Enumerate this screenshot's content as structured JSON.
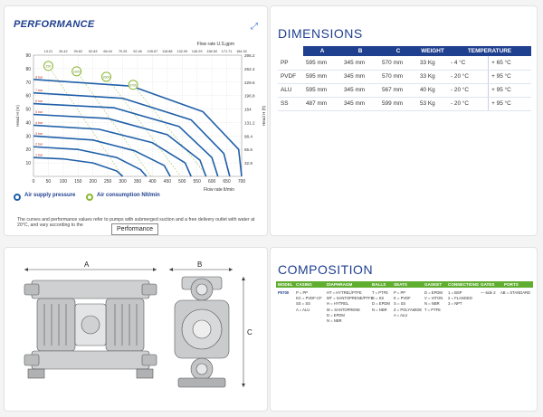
{
  "performance": {
    "title": "PERFORMANCE",
    "expand_icon": "expand-icon",
    "legend_supply": "Air supply pressure",
    "legend_air": "Air consumption Nlt/min",
    "note": "The curves and performance values refer to pumps with submerged suction and a free delivery outlet with water at 20°C, and vary according to the",
    "tooltip": "Performance"
  },
  "chart_data": {
    "type": "line",
    "title": "",
    "xlabel": "Flow rate  lt/min",
    "x2label": "Flow rate U.S.gpm",
    "ylabel": "Head H (m)",
    "y2label": "Head H (ft)",
    "xlim": [
      0,
      700
    ],
    "ylim": [
      0,
      90
    ],
    "x_ticks": [
      0,
      50,
      100,
      150,
      200,
      250,
      300,
      350,
      400,
      450,
      500,
      550,
      600,
      650,
      700
    ],
    "x2_ticks": [
      "13.21",
      "26.42",
      "39.62",
      "52.83",
      "66.04",
      "79.25",
      "92.46",
      "105.67",
      "118.88",
      "132.09",
      "145.29",
      "158.50",
      "171.71",
      "184.92"
    ],
    "y_ticks": [
      10,
      20,
      30,
      40,
      50,
      60,
      70,
      80,
      90
    ],
    "y2_ticks": [
      "32.8",
      "65.6",
      "98.4",
      "131.2",
      "164",
      "196.8",
      "229.6",
      "262.4",
      "295.2"
    ],
    "series": [
      {
        "name": "1 bar",
        "values": [
          [
            0,
            14
          ],
          [
            100,
            13
          ],
          [
            200,
            10
          ],
          [
            280,
            4
          ],
          [
            300,
            0
          ]
        ]
      },
      {
        "name": "2 bar",
        "values": [
          [
            0,
            22
          ],
          [
            150,
            20
          ],
          [
            280,
            14
          ],
          [
            360,
            5
          ],
          [
            380,
            0
          ]
        ]
      },
      {
        "name": "3 bar",
        "values": [
          [
            0,
            30
          ],
          [
            200,
            27
          ],
          [
            340,
            19
          ],
          [
            440,
            8
          ],
          [
            460,
            0
          ]
        ]
      },
      {
        "name": "4 bar",
        "values": [
          [
            0,
            38
          ],
          [
            220,
            35
          ],
          [
            400,
            25
          ],
          [
            510,
            10
          ],
          [
            530,
            0
          ]
        ]
      },
      {
        "name": "5 bar",
        "values": [
          [
            0,
            46
          ],
          [
            250,
            43
          ],
          [
            450,
            31
          ],
          [
            560,
            12
          ],
          [
            580,
            0
          ]
        ]
      },
      {
        "name": "6 bar",
        "values": [
          [
            0,
            54
          ],
          [
            270,
            51
          ],
          [
            490,
            37
          ],
          [
            600,
            14
          ],
          [
            620,
            0
          ]
        ]
      },
      {
        "name": "7 bar",
        "values": [
          [
            0,
            62
          ],
          [
            300,
            58
          ],
          [
            530,
            42
          ],
          [
            640,
            17
          ],
          [
            660,
            0
          ]
        ]
      },
      {
        "name": "8 bar",
        "values": [
          [
            0,
            72
          ],
          [
            330,
            67
          ],
          [
            570,
            48
          ],
          [
            690,
            20
          ],
          [
            700,
            0
          ]
        ]
      }
    ],
    "air_consumption": [
      {
        "label": "250",
        "x": 50,
        "y": 82
      },
      {
        "label": "1600",
        "x": 145,
        "y": 78
      },
      {
        "label": "2600",
        "x": 245,
        "y": 74
      },
      {
        "label": "3700",
        "x": 335,
        "y": 68
      }
    ],
    "grid": true
  },
  "dimensions": {
    "title": "DIMENSIONS",
    "headers": [
      "",
      "A",
      "B",
      "C",
      "WEIGHT",
      "TEMPERATURE"
    ],
    "rows": [
      [
        "PP",
        "595 mm",
        "345 mm",
        "570 mm",
        "33 Kg",
        "- 4 °C",
        "+ 65 °C"
      ],
      [
        "PVDF",
        "595 mm",
        "345 mm",
        "570 mm",
        "33 Kg",
        "- 20 °C",
        "+ 95 °C"
      ],
      [
        "ALU",
        "595 mm",
        "345 mm",
        "567 mm",
        "40 Kg",
        "- 20 °C",
        "+ 95 °C"
      ],
      [
        "SS",
        "487 mm",
        "345 mm",
        "599 mm",
        "53 Kg",
        "- 20 °C",
        "+ 95 °C"
      ]
    ]
  },
  "drawing": {
    "label_a": "A",
    "label_b": "B",
    "label_c": "C"
  },
  "composition": {
    "title": "COMPOSITION",
    "headers": [
      "MODEL",
      "CASING",
      "DIAPHRAGM",
      "BALLS",
      "SEATS",
      "GASKET",
      "CONNECTIONS",
      "GATES",
      "PORTS"
    ],
    "model": "P0700",
    "casing": [
      "P = PP",
      "KC = PVDF-CF",
      "SS = SS",
      "A = ALU"
    ],
    "diaphragm": [
      "HT = HYTREL/PTFE",
      "MT = SANTOPRENE/PTFE",
      "H = HYTREL",
      "M = SANTOPRENE",
      "D = EPDM",
      "N = NBR"
    ],
    "balls": [
      "T = PTFE",
      "S = SS",
      "D = EPDM",
      "N = NBR"
    ],
    "seats": [
      "P = PP",
      "K = PVDF",
      "S = SS",
      "Z = POLYAMIDE",
      "A = ALU"
    ],
    "gasket": [
      "D = EPDM",
      "V = VITON",
      "N = NBR",
      "T = PTFE"
    ],
    "connections": [
      "1 = BSP",
      "2 = FLANGED",
      "3 = NPT"
    ],
    "gates": [
      "— side 2"
    ],
    "ports": [
      "AB = STANDARD"
    ]
  },
  "colors": {
    "accent": "#1f3f8f",
    "curve": "#1f5fa8",
    "air": "#8ab832",
    "composition_header": "#5fae2f"
  }
}
